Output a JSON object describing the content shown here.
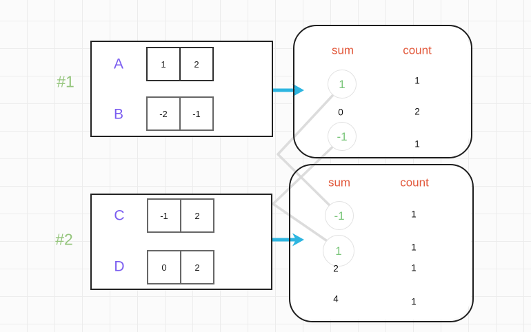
{
  "diagram": {
    "kind": "pair-sum frequency tables for two examples",
    "examples": [
      {
        "label": "#1",
        "arrays": [
          {
            "name": "A",
            "cells": [
              "1",
              "2"
            ]
          },
          {
            "name": "B",
            "cells": [
              "-2",
              "-1"
            ]
          }
        ],
        "result_table": {
          "sum_header": "sum",
          "count_header": "count",
          "rows": [
            {
              "sum": "1",
              "count": "1",
              "highlighted": true
            },
            {
              "sum": "0",
              "count": "2",
              "highlighted": false
            },
            {
              "sum": "-1",
              "count": "1",
              "highlighted": true
            }
          ]
        }
      },
      {
        "label": "#2",
        "arrays": [
          {
            "name": "C",
            "cells": [
              "-1",
              "2"
            ]
          },
          {
            "name": "D",
            "cells": [
              "0",
              "2"
            ]
          }
        ],
        "result_table": {
          "sum_header": "sum",
          "count_header": "count",
          "rows": [
            {
              "sum": "-1",
              "count": "1",
              "highlighted": true
            },
            {
              "sum": "1",
              "count": "1",
              "highlighted": true
            },
            {
              "sum": "2",
              "count": "1",
              "highlighted": false
            },
            {
              "sum": "4",
              "count": "1",
              "highlighted": false
            }
          ]
        }
      }
    ],
    "connections": [
      {
        "from": "example #1 sum 1",
        "to": "example #2 sum -1"
      },
      {
        "from": "example #1 sum -1",
        "to": "example #2 sum 1"
      }
    ],
    "icons": {
      "flow_arrow": "arrow-right"
    },
    "colors": {
      "array_label": "#7a5cf0",
      "example_label": "#94c57c",
      "table_header": "#e2593c",
      "circled_value": "#79c579",
      "flow_arrow": "#2db5e0",
      "connector_line": "#d8d8d8",
      "box_border": "#222222",
      "grid_line": "#ececec"
    }
  }
}
